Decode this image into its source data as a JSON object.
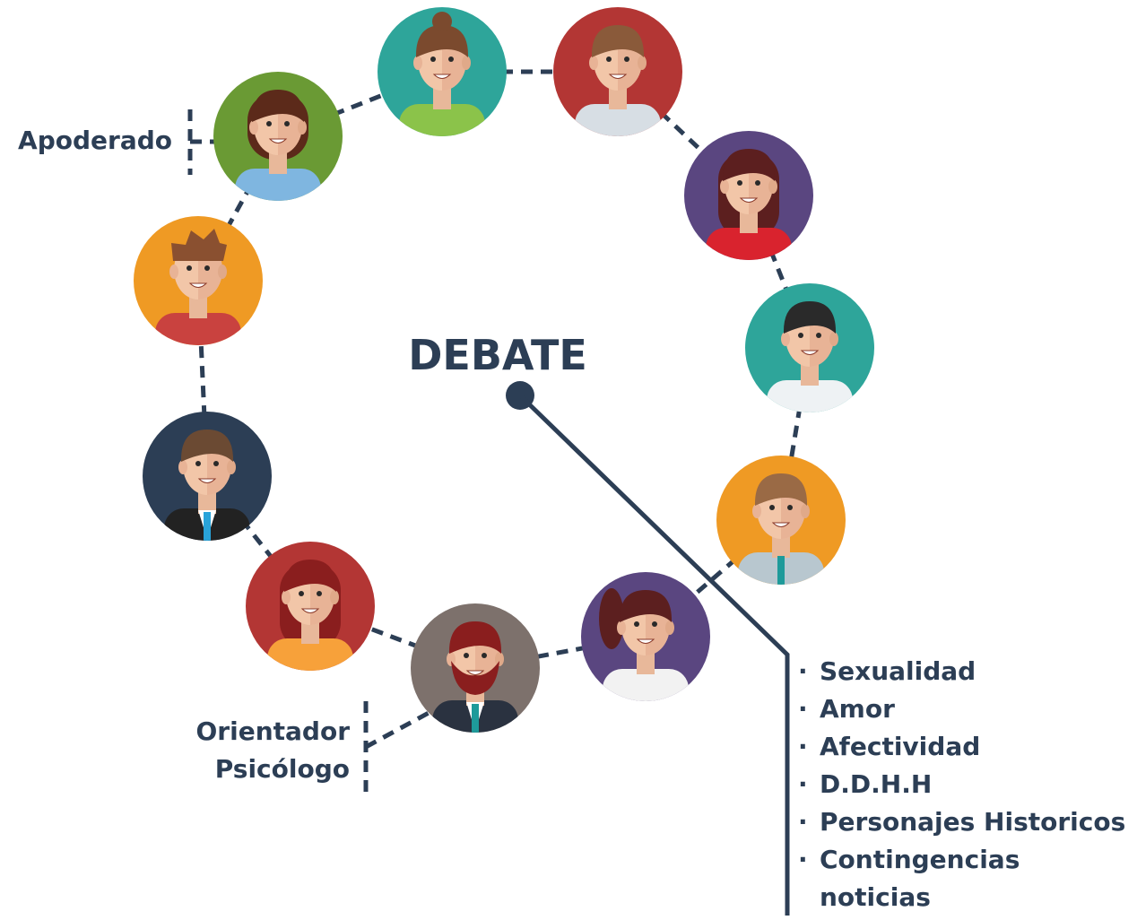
{
  "center": {
    "title": "DEBATE"
  },
  "labels": {
    "apoderado": "Apoderado",
    "orientador_line1": "Orientador",
    "orientador_line2": "Psicólogo"
  },
  "topics": [
    "Sexualidad",
    "Amor",
    "Afectividad",
    "D.D.H.H",
    "Personajes Historicos",
    "Contingencias",
    "noticias"
  ],
  "colors": {
    "navy": "#2c3e55",
    "teal": "#2ea59a",
    "red": "#b33634",
    "purple": "#5a4680",
    "orange": "#ef9a24",
    "green": "#6a9a34",
    "gray": "#7d716c"
  },
  "avatars": [
    {
      "id": "woman-bun-teal",
      "bg": "teal",
      "hair": "#7b4a2e",
      "shirt": "#8bc34a",
      "style": "bun"
    },
    {
      "id": "man-red",
      "bg": "red",
      "hair": "#8a5a3a",
      "shirt": "#d7dee4",
      "style": "short"
    },
    {
      "id": "woman-purple-red",
      "bg": "purple",
      "hair": "#5c1f1f",
      "shirt": "#d9232e",
      "style": "long"
    },
    {
      "id": "man-teal-dark",
      "bg": "teal",
      "hair": "#2a2a2a",
      "shirt": "#eef2f4",
      "style": "short"
    },
    {
      "id": "man-orange-tie",
      "bg": "orange",
      "hair": "#9a6a45",
      "shirt": "#b8c7cf",
      "style": "short"
    },
    {
      "id": "woman-ponytail-purple",
      "bg": "purple",
      "hair": "#5c1f1f",
      "shirt": "#f2f2f2",
      "style": "ponytail"
    },
    {
      "id": "man-beard-gray",
      "bg": "gray",
      "hair": "#8a1e1e",
      "shirt": "#2a3240",
      "style": "beard"
    },
    {
      "id": "woman-red-orange",
      "bg": "red",
      "hair": "#8a1e1e",
      "shirt": "#f7a13a",
      "style": "long"
    },
    {
      "id": "man-suit-navy",
      "bg": "navy",
      "hair": "#6b4a33",
      "shirt": "#222222",
      "style": "short"
    },
    {
      "id": "man-orange-spiky",
      "bg": "orange",
      "hair": "#8a5030",
      "shirt": "#c9423f",
      "style": "spiky"
    },
    {
      "id": "woman-green",
      "bg": "green",
      "hair": "#5c2a1a",
      "shirt": "#7fb6e0",
      "style": "bob"
    }
  ]
}
